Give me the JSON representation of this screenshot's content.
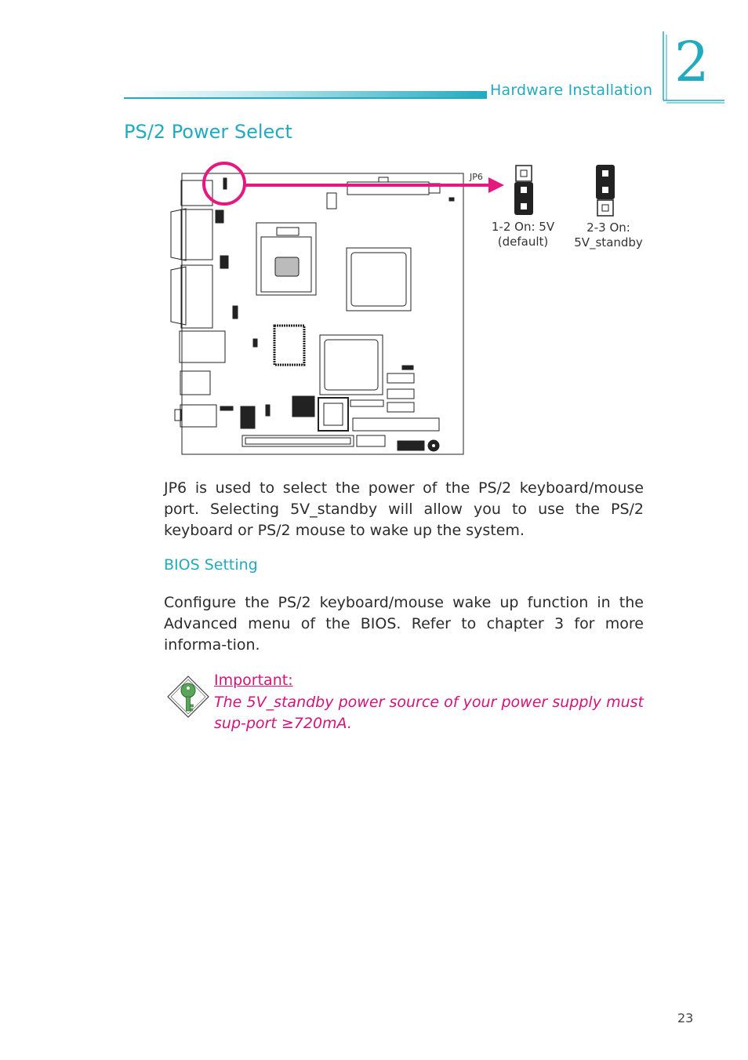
{
  "header": {
    "section": "Hardware Installation",
    "chapter": "2"
  },
  "title": "PS/2 Power Select",
  "figure": {
    "jumper_label": "JP6",
    "option_1_line1": "1-2 On: 5V",
    "option_1_line2": "(default)",
    "option_2_line1": "2-3 On:",
    "option_2_line2": "5V_standby"
  },
  "body": {
    "paragraph1": "JP6 is used to select the power of the PS/2 keyboard/mouse port. Selecting 5V_standby will allow you to use the PS/2 keyboard or PS/2 mouse to wake up the system.",
    "bios_heading": "BIOS Setting",
    "paragraph2": "Configure the PS/2 keyboard/mouse wake up function in the Advanced menu of the BIOS. Refer to chapter 3 for more informa-tion."
  },
  "important": {
    "label": "Important:",
    "text": "The 5V_standby power source of your power supply must sup-port ≥720mA."
  },
  "page_number": "23",
  "colors": {
    "accent": "#22aabf",
    "highlight": "#e6177e",
    "important": "#d6127a"
  }
}
